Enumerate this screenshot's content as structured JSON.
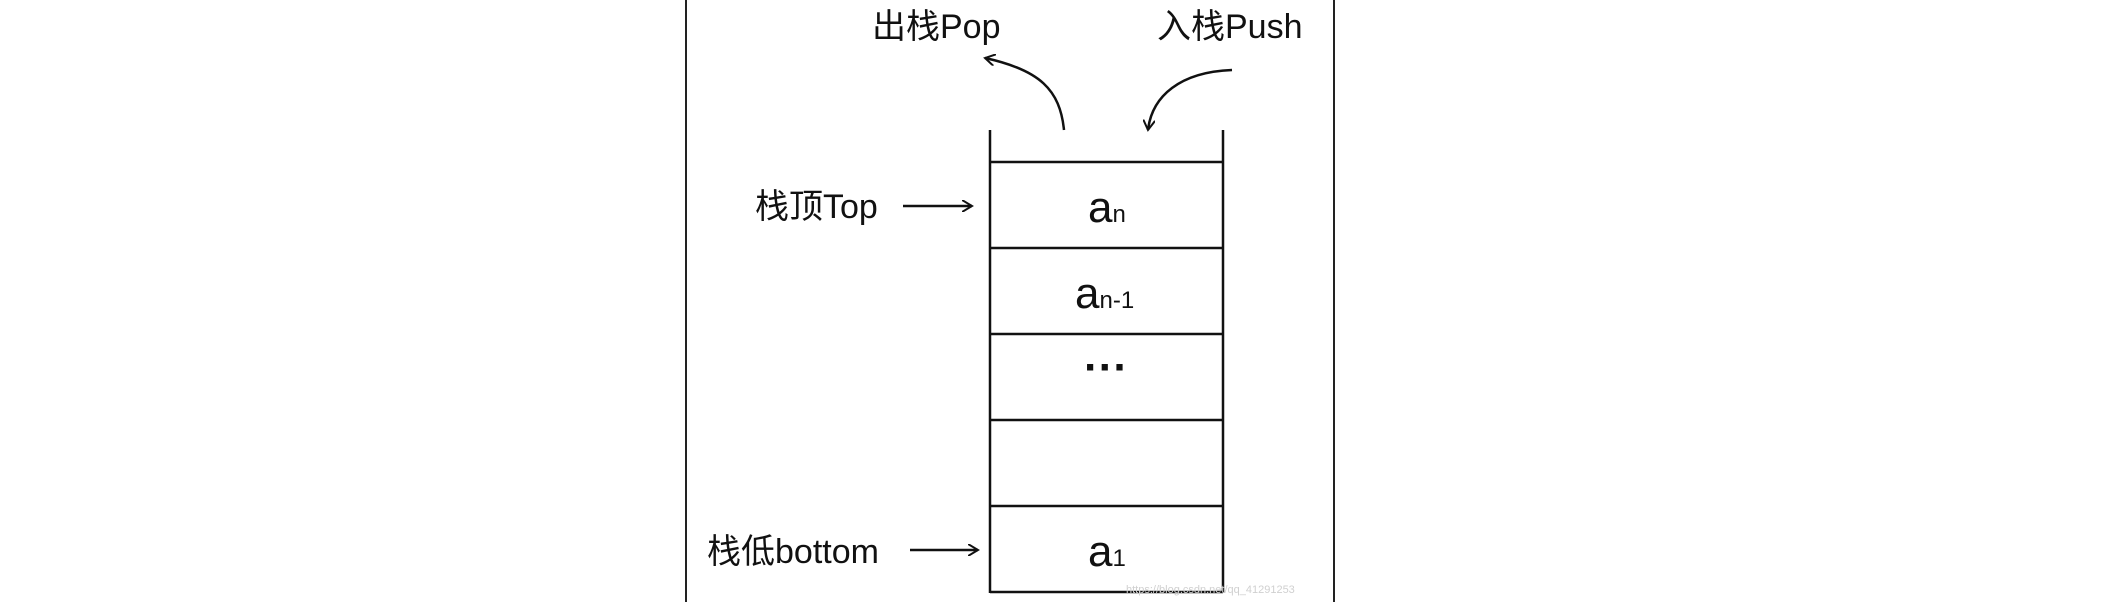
{
  "labels": {
    "pop": "出栈Pop",
    "push": "入栈Push",
    "top": "栈顶Top",
    "bottom": "栈低bottom"
  },
  "cells": [
    {
      "main": "a",
      "sub": "n"
    },
    {
      "main": "a",
      "sub": "n-1"
    },
    {
      "main": "···",
      "sub": ""
    },
    {
      "main": "",
      "sub": ""
    },
    {
      "main": "a",
      "sub": "1"
    }
  ],
  "watermark": "https://blog.csdn.net/qq_41291253"
}
